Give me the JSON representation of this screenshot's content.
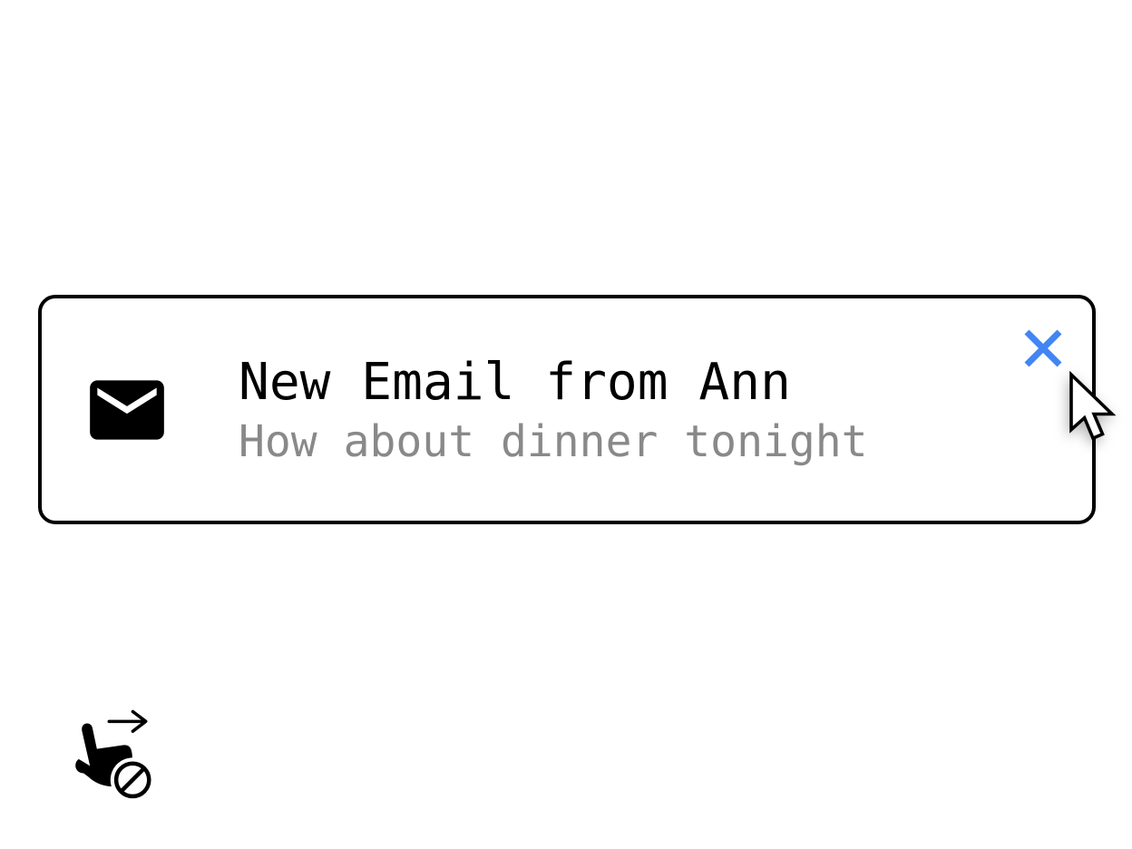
{
  "notification": {
    "title": "New Email from Ann",
    "subtitle": "How about dinner tonight",
    "leading_icon": "email-icon",
    "close": {
      "icon": "close-icon",
      "label": "Close"
    }
  },
  "cursor": {
    "icon": "arrow-cursor-icon"
  },
  "gesture_hint": {
    "icon": "swipe-right-blocked-icon"
  },
  "colors": {
    "background": "#ffffff",
    "card_border": "#000000",
    "title_text": "#000000",
    "subtitle_text": "#898989",
    "close_accent": "#4285f4",
    "icon_ink": "#000000"
  }
}
